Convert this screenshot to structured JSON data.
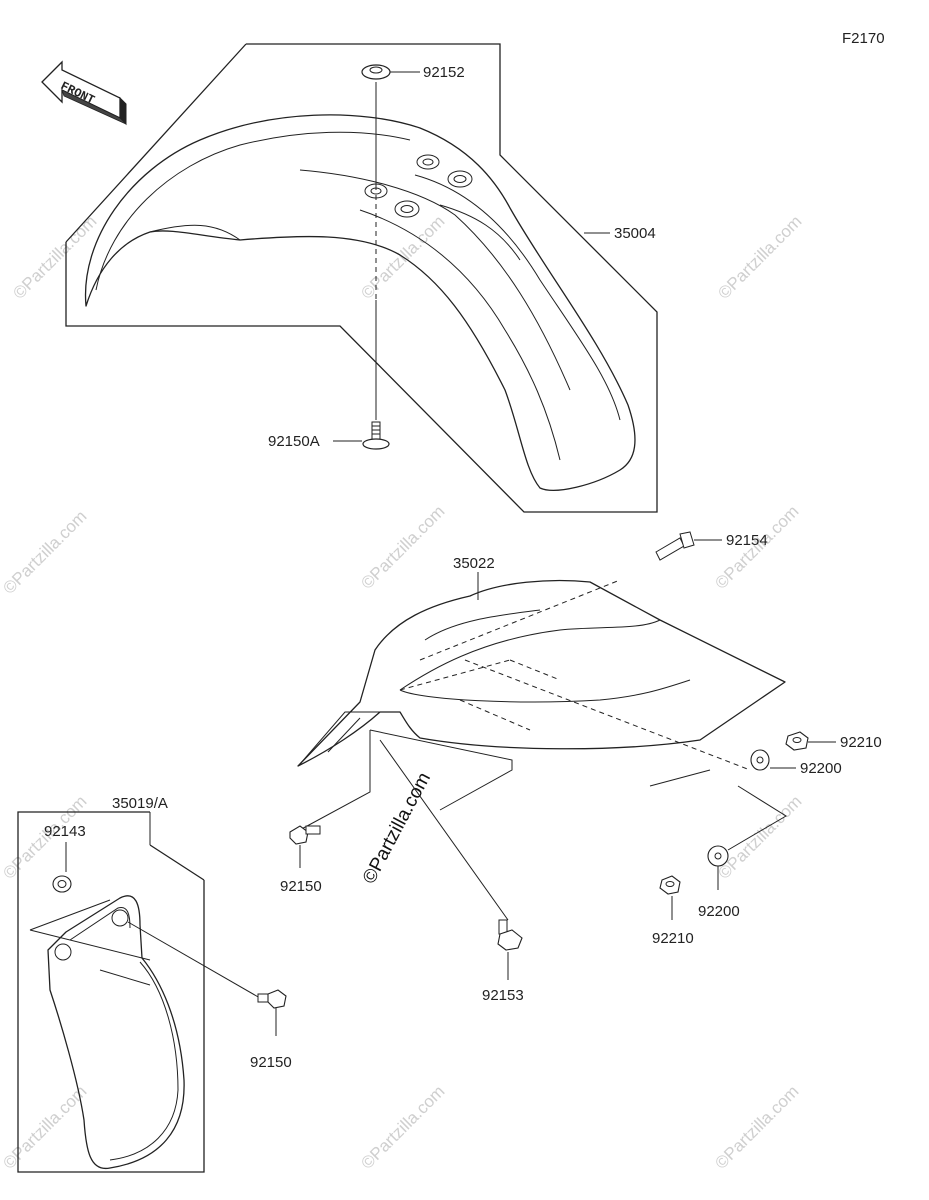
{
  "diagram_id": "F2170",
  "direction_label": "FRONT",
  "watermark": "©Partzilla.com",
  "groups": {
    "front_fender": {
      "label": "35004",
      "parts": [
        {
          "label": "92152"
        },
        {
          "label": "92150A"
        }
      ]
    },
    "rear_fender": {
      "label": "35022",
      "parts": [
        {
          "label": "92154"
        },
        {
          "label": "92210"
        },
        {
          "label": "92200"
        },
        {
          "label": "92150"
        },
        {
          "label": "92153"
        },
        {
          "label": "92200"
        },
        {
          "label": "92210"
        }
      ]
    },
    "mud_flap": {
      "label": "35019/A",
      "parts": [
        {
          "label": "92143"
        },
        {
          "label": "92150"
        }
      ]
    }
  }
}
